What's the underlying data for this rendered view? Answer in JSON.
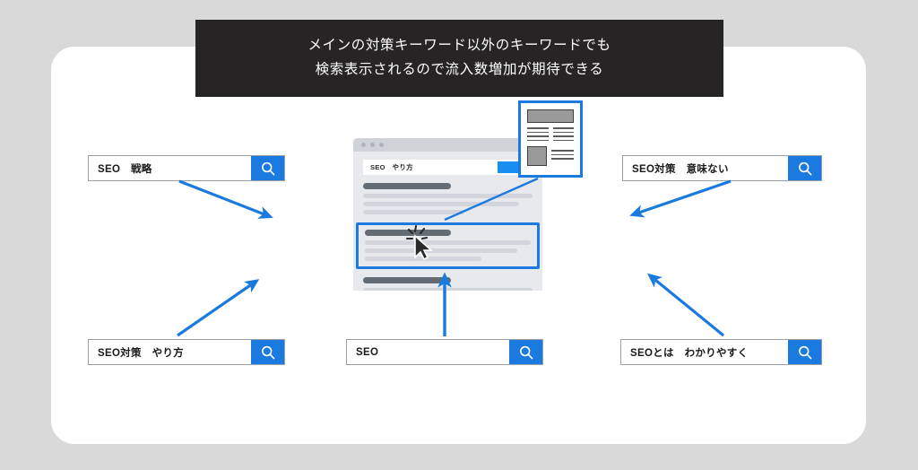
{
  "banner": {
    "line1": "メインの対策キーワード以外のキーワードでも",
    "line2": "検索表示されるので流入数増加が期待できる",
    "background_color": "#262425",
    "text_color": "#ffffff"
  },
  "theme": {
    "page_background": "#d9d9d9",
    "card_background": "#ffffff",
    "accent_blue": "#1b7ae0",
    "browser_background": "#e7e9ed",
    "result_title_gray": "#636b75",
    "result_line_gray": "#d2d6dc"
  },
  "search_boxes": [
    {
      "id": "seo-senryaku",
      "query": "SEO　戦略",
      "icon": "search-icon",
      "position": "top-left"
    },
    {
      "id": "seo-taisaku-yarikata",
      "query": "SEO対策　やり方",
      "icon": "search-icon",
      "position": "bottom-left"
    },
    {
      "id": "seo",
      "query": "SEO",
      "icon": "search-icon",
      "position": "bottom-center"
    },
    {
      "id": "seo-taisaku-imi-nai",
      "query": "SEO対策　意味ない",
      "icon": "search-icon",
      "position": "top-right"
    },
    {
      "id": "seo-towa-wakariyasuku",
      "query": "SEOとは　わかりやすく",
      "icon": "search-icon",
      "position": "bottom-right"
    }
  ],
  "browser": {
    "window_dots": 3,
    "search_query": "SEO　やり方",
    "search_button_label": "",
    "results": [
      {
        "index": 1,
        "highlighted": false,
        "lines": 3
      },
      {
        "index": 2,
        "highlighted": true,
        "lines": 3,
        "cursor": "mouse-pointer-click"
      },
      {
        "index": 3,
        "highlighted": false,
        "lines": 3
      }
    ]
  },
  "document_icon": {
    "name": "article-page-icon",
    "border_color": "#1b7ae0",
    "header_block": true,
    "text_columns": 2,
    "image_block": true
  },
  "arrows": [
    {
      "id": "arrow-top-left",
      "from": "seo-senryaku-box",
      "to": "browser",
      "direction": "down-right"
    },
    {
      "id": "arrow-bottom-left",
      "from": "seo-taisaku-yarikata-box",
      "to": "browser",
      "direction": "up-right"
    },
    {
      "id": "arrow-bottom-center",
      "from": "seo-box",
      "to": "browser",
      "direction": "up"
    },
    {
      "id": "arrow-top-right",
      "from": "seo-taisaku-imi-nai-box",
      "to": "browser",
      "direction": "down-left"
    },
    {
      "id": "arrow-bottom-right",
      "from": "seo-towa-wakariyasuku-box",
      "to": "browser",
      "direction": "up-left"
    },
    {
      "id": "arrow-doc-connector",
      "from": "browser-highlighted-result",
      "to": "document-icon",
      "direction": "up-right"
    }
  ]
}
